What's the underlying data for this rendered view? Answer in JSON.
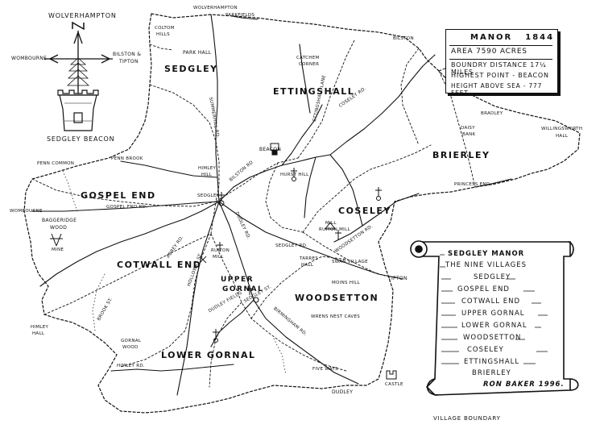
{
  "compass": {
    "north": "WOLVERHAMPTON",
    "west": "WOMBOURNE",
    "east_top": "BILSTON &",
    "east_bottom": "TIPTON",
    "caption": "SEDGLEY BEACON"
  },
  "info_box": {
    "title": "MANOR",
    "year": "1844",
    "area": "AREA 7590 ACRES",
    "boundary": "BOUNDRY DISTANCE 17¼ MILES",
    "highest": "HIGHEST POINT - BEACON",
    "height": "HEIGHT ABOVE SEA - 777 FEET"
  },
  "villages": {
    "sedgley": "SEDGLEY",
    "ettingshall": "ETTINGSHALL",
    "brierley": "BRIERLEY",
    "gospel_end": "GOSPEL END",
    "coseley": "COSELEY",
    "cotwall_end": "COTWALL END",
    "upper_gornal_top": "UPPER",
    "upper_gornal_bottom": "GORNAL",
    "woodsetton": "WOODSETTON",
    "lower_gornal": "LOWER GORNAL"
  },
  "places": {
    "wolverhampton_top": "WOLVERHAMPTON",
    "parkfields": "PARKFIELDS",
    "bilston": "BILSTON",
    "bradley": "BRADLEY",
    "daisy_bank_top": "DAISY",
    "daisy_bank_bottom": "BANK",
    "willingsworth_top": "WILLINGSWORTH",
    "willingsworth_bottom": "HALL",
    "coltom_hills_top": "COLTOM",
    "coltom_hills_bottom": "HILLS",
    "park_hall": "PARK HALL",
    "catchem_top": "CATCHEM",
    "catchem_bottom": "CORNER",
    "beacon": "BEACON",
    "penn_common": "PENN COMMON",
    "penn_brook": "PENN BROOK",
    "wombourne_left": "WOMBOURNE",
    "baggeridge_top": "BAGGERIDGE",
    "baggeridge_bottom": "WOOD",
    "mine": "MINE",
    "hurst_hill": "HURST HILL",
    "himley_hill_top": "HIMLEY",
    "himley_hill_bottom": "HILL",
    "princess_end": "PRINCESS END",
    "tipton": "TIPTON",
    "sedgley_town": "SEDGLEY",
    "gospel_end_rd": "GOSPEL END RD.",
    "himley_hall_top": "HIMLEY",
    "himley_hall_bottom": "HALL",
    "gornal_wood_top": "GORNAL",
    "gornal_wood_bottom": "WOOD",
    "himley_rd": "HIMLEY RD.",
    "dudley": "DUDLEY",
    "castle": "CASTLE",
    "sedgley_rd": "SEDGLEY RD.",
    "tarres_top": "TARRES",
    "tarres_bottom": "HALL",
    "swan_village": "SWAN VILLAGE",
    "moins_hill": "MOINS HILL",
    "wrens_nest": "WRENS NEST CAVES",
    "ruiton_top": "RUITON",
    "ruiton_bottom": "MILL",
    "mill_top": "MILL",
    "ruiton_mill": "RUITON MILL",
    "woodsetton_rd": "WOODSETTON RD.",
    "bilston_rd": "BILSTON RD",
    "summerhill_rd": "SUMMERHILL RD.",
    "ettingshall_lane": "ETTINGSHALL LANE",
    "dudley_rd": "DUDLEY RD.",
    "birmingham_rd": "BIRMINGHAM RD.",
    "coseley_rd": "COSELEY RD.",
    "five_ways": "FIVE WAYS",
    "abbey_rd": "ABBEY RD.",
    "holloway_st": "HOLLOWAY ST.",
    "brook_st": "BROOK ST.",
    "dudley_fields": "DUDLEY FIELDS",
    "sedgley_st": "SEDGLEY ST.",
    "village_boundary": "VILLAGE BOUNDARY"
  },
  "scroll": {
    "title": "SEDGLEY MANOR",
    "subtitle": "THE NINE VILLAGES",
    "items": [
      "SEDGLEY",
      "GOSPEL END",
      "COTWALL END",
      "UPPER GORNAL",
      "LOWER GORNAL",
      "WOODSETTON",
      "COSELEY",
      "ETTINGSHALL",
      "BRIERLEY"
    ],
    "author": "RON BAKER 1996."
  }
}
